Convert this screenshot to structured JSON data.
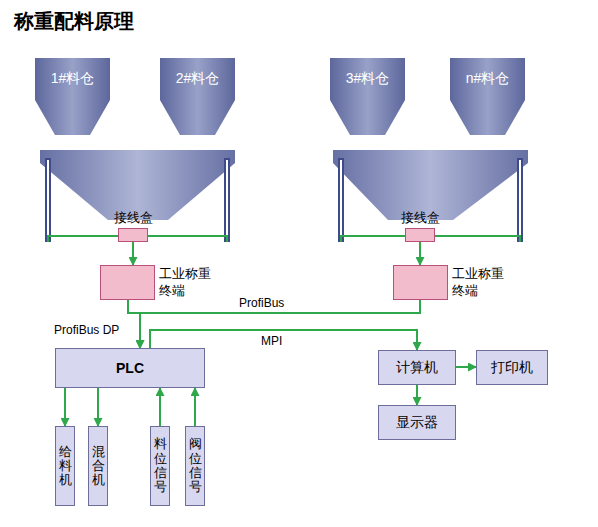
{
  "diagram": {
    "title": "称重配料原理",
    "nodes": [
      {
        "text": [
          "1#料仓"
        ]
      },
      {
        "text": [
          "2#料仓"
        ]
      },
      {
        "text": [
          "3#料仓"
        ]
      },
      {
        "text": [
          "n#料仓"
        ]
      },
      {
        "text": [
          "接线盒"
        ]
      },
      {
        "text": [
          "工业称重终端"
        ]
      },
      {
        "text": [
          "接线盒"
        ]
      },
      {
        "text": [
          "工业称重终端"
        ]
      },
      {
        "text": [
          "PLC"
        ]
      },
      {
        "text": [
          "计算机"
        ]
      },
      {
        "text": [
          "打印机"
        ]
      },
      {
        "text": [
          "显示器"
        ]
      },
      {
        "text": [
          "给料机"
        ]
      },
      {
        "text": [
          "混合机"
        ]
      },
      {
        "text": [
          "料位信号"
        ]
      },
      {
        "text": [
          "阀位信号"
        ]
      }
    ],
    "edges": [
      {
        "from": 4,
        "to": 5,
        "arrow": "to"
      },
      {
        "from": 6,
        "to": 7,
        "arrow": "to"
      },
      {
        "from": 5,
        "to": 8,
        "arrow": "to"
      },
      {
        "from": 7,
        "to": 8,
        "label": "ProfiBus",
        "arrow": "to"
      },
      {
        "from": 8,
        "to": 9,
        "label": "MPI",
        "arrow": "to"
      },
      {
        "from": 9,
        "to": 10,
        "arrow": "to"
      },
      {
        "from": 9,
        "to": 11,
        "arrow": "to"
      },
      {
        "from": 8,
        "to": 12,
        "arrow": "to"
      },
      {
        "from": 8,
        "to": 13,
        "arrow": "to"
      },
      {
        "from": 14,
        "to": 8,
        "arrow": "to"
      },
      {
        "from": 15,
        "to": 8,
        "arrow": "to"
      }
    ],
    "labels": [
      "ProfiBus DP"
    ]
  }
}
